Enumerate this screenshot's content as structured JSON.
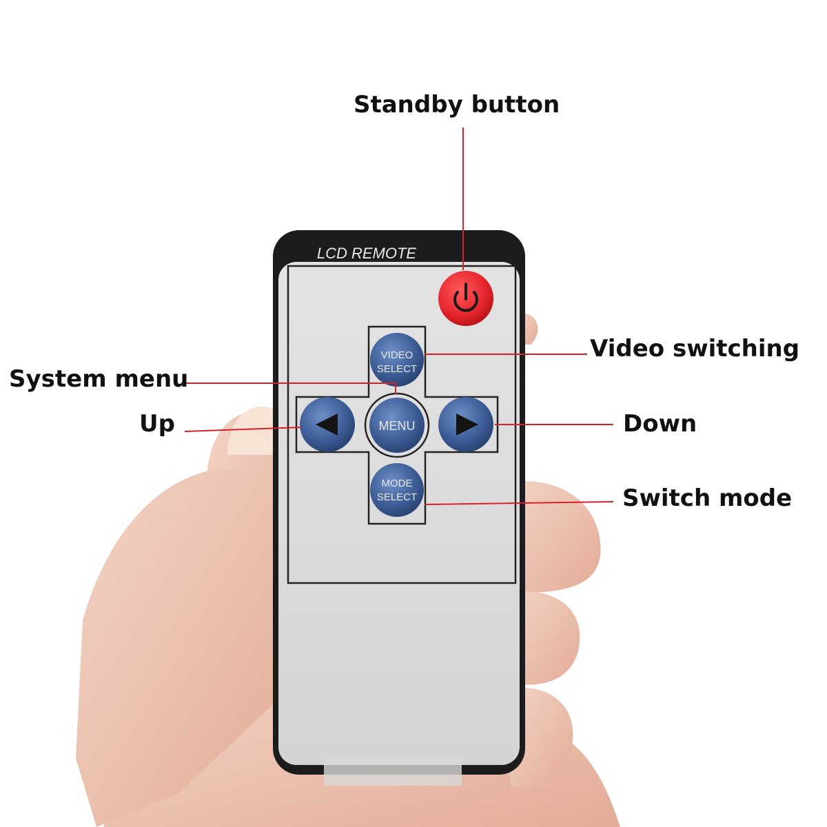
{
  "remote": {
    "brand_label": "LCD REMOTE",
    "buttons": {
      "power": "power-icon",
      "video_select_line1": "VIDEO",
      "video_select_line2": "SELECT",
      "menu": "MENU",
      "mode_select_line1": "MODE",
      "mode_select_line2": "SELECT",
      "left": "left-arrow-icon",
      "right": "right-arrow-icon"
    }
  },
  "callouts": {
    "standby": "Standby button",
    "video_switching": "Video switching",
    "system_menu": "System menu",
    "up": "Up",
    "down": "Down",
    "switch_mode": "Switch mode"
  },
  "colors": {
    "leader_line": "#d81f2a",
    "power_button": "#e6262e",
    "nav_button": "#3f5f99",
    "remote_face": "#dcdcdc",
    "remote_frame": "#1c1c1c"
  }
}
